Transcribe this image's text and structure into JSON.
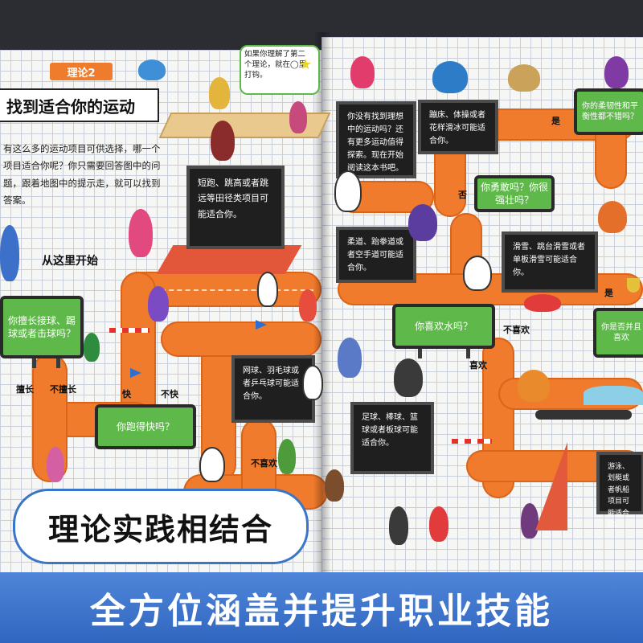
{
  "header": {
    "theory_tag": "理论2",
    "title": "找到适合你的运动"
  },
  "intro": {
    "text": "有这么多的运动项目可供选择，哪一个项目适合你呢？你只需要回答图中的问题，跟着地图中的提示走，就可以找到答案。",
    "start": "从这里开始"
  },
  "hint": {
    "text": "如果你理解了第二个理论，就在◯里打钩。"
  },
  "boxes": {
    "throw": "你擅长接球、踢球或者击球吗？",
    "fast": "你跑得快吗？",
    "water": "你喜欢水吗？",
    "brave": "你勇敢吗？你很强壮吗？",
    "flex": "你的柔韧性和平衡性都不错吗？",
    "partial_right": "你是否并且喜欢"
  },
  "boards": {
    "track": "短跑、跳高或者跳远等田径类项目可能适合你。",
    "not_found": "你没有找到理想中的运动吗？还有更多运动值得探索。现在开始阅读这本书吧。",
    "gym": "蹦床、体操或者花样滑冰可能适合你。",
    "martial": "柔道、跆拳道或者空手道可能适合你。",
    "ski": "滑雪、跳台滑雪或者单板滑雪可能适合你。",
    "racket": "网球、羽毛球或者乒乓球可能适合你。",
    "team": "足球、棒球、篮球或者板球可能适合你。",
    "swim": "游泳、划艇或者帆船项目可能适合你。"
  },
  "labels": {
    "good": "擅长",
    "not_good": "不擅长",
    "fast": "快",
    "not_fast": "不快",
    "dislike_1": "不喜欢",
    "dislike_2": "不喜欢",
    "like": "喜欢",
    "no": "否",
    "yes_1": "是",
    "yes_2": "是"
  },
  "banner": {
    "small": "理论实践相结合",
    "large": "全方位涵盖并提升职业技能"
  },
  "colors": {
    "track": "#f07b2d",
    "green": "#5fb94a",
    "board": "#1f1f1f",
    "banner_blue": "#3a72cc"
  }
}
